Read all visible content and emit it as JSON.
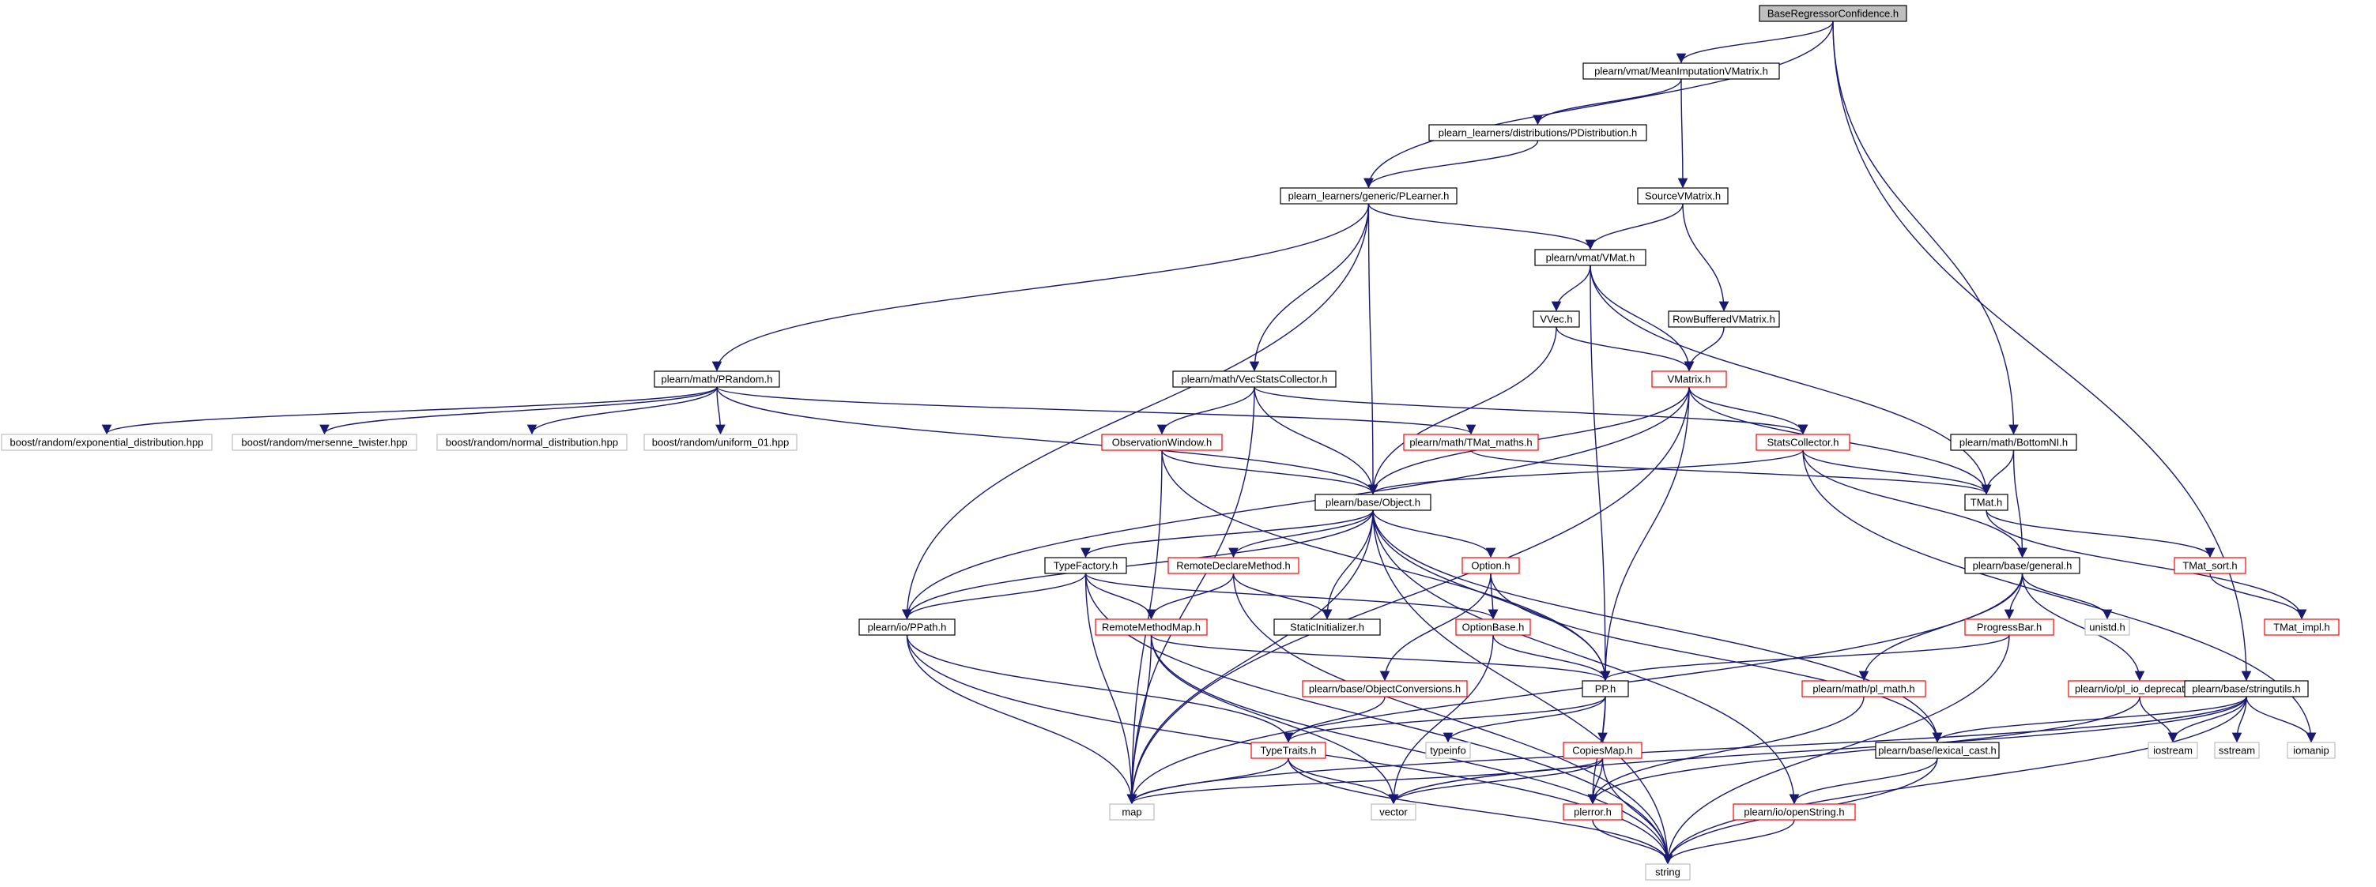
{
  "diagram": {
    "root": "BaseRegressorConfidence.h",
    "colors": {
      "edge": "#191970",
      "root_fill": "#bfbfbf",
      "node_border": "#000000",
      "truncated_border": "#ff0000",
      "external_border": "#bfbfbf"
    },
    "nodes": [
      {
        "id": "n0",
        "label": "BaseRegressorConfidence.h",
        "kind": "root"
      },
      {
        "id": "n1",
        "label": "plearn/vmat/MeanImputationVMatrix.h",
        "kind": "normal"
      },
      {
        "id": "n2",
        "label": "plearn_learners/distributions/PDistribution.h",
        "kind": "normal"
      },
      {
        "id": "n3",
        "label": "plearn_learners/generic/PLearner.h",
        "kind": "normal"
      },
      {
        "id": "n4",
        "label": "SourceVMatrix.h",
        "kind": "normal"
      },
      {
        "id": "n5",
        "label": "plearn/vmat/VMat.h",
        "kind": "normal"
      },
      {
        "id": "n6",
        "label": "VVec.h",
        "kind": "normal"
      },
      {
        "id": "n7",
        "label": "RowBufferedVMatrix.h",
        "kind": "normal"
      },
      {
        "id": "n8",
        "label": "VMatrix.h",
        "kind": "truncated"
      },
      {
        "id": "n9",
        "label": "plearn/math/PRandom.h",
        "kind": "normal"
      },
      {
        "id": "n10",
        "label": "plearn/math/VecStatsCollector.h",
        "kind": "normal"
      },
      {
        "id": "n11",
        "label": "boost/random/exponential_distribution.hpp",
        "kind": "external"
      },
      {
        "id": "n12",
        "label": "boost/random/mersenne_twister.hpp",
        "kind": "external"
      },
      {
        "id": "n13",
        "label": "boost/random/normal_distribution.hpp",
        "kind": "external"
      },
      {
        "id": "n14",
        "label": "boost/random/uniform_01.hpp",
        "kind": "external"
      },
      {
        "id": "n15",
        "label": "ObservationWindow.h",
        "kind": "truncated"
      },
      {
        "id": "n16",
        "label": "plearn/math/TMat_maths.h",
        "kind": "truncated"
      },
      {
        "id": "n17",
        "label": "StatsCollector.h",
        "kind": "truncated"
      },
      {
        "id": "n18",
        "label": "plearn/math/BottomNI.h",
        "kind": "normal"
      },
      {
        "id": "n19",
        "label": "plearn/base/Object.h",
        "kind": "normal"
      },
      {
        "id": "n20",
        "label": "TMat.h",
        "kind": "normal"
      },
      {
        "id": "n21",
        "label": "TypeFactory.h",
        "kind": "normal"
      },
      {
        "id": "n22",
        "label": "RemoteDeclareMethod.h",
        "kind": "truncated"
      },
      {
        "id": "n23",
        "label": "Option.h",
        "kind": "truncated"
      },
      {
        "id": "n24",
        "label": "plearn/base/general.h",
        "kind": "normal"
      },
      {
        "id": "n25",
        "label": "TMat_sort.h",
        "kind": "truncated"
      },
      {
        "id": "n26",
        "label": "plearn/io/PPath.h",
        "kind": "normal"
      },
      {
        "id": "n27",
        "label": "RemoteMethodMap.h",
        "kind": "truncated"
      },
      {
        "id": "n28",
        "label": "StaticInitializer.h",
        "kind": "normal"
      },
      {
        "id": "n29",
        "label": "OptionBase.h",
        "kind": "truncated"
      },
      {
        "id": "n30",
        "label": "ProgressBar.h",
        "kind": "truncated"
      },
      {
        "id": "n31",
        "label": "unistd.h",
        "kind": "external"
      },
      {
        "id": "n32",
        "label": "TMat_impl.h",
        "kind": "truncated"
      },
      {
        "id": "n33",
        "label": "plearn/base/ObjectConversions.h",
        "kind": "truncated"
      },
      {
        "id": "n34",
        "label": "PP.h",
        "kind": "normal"
      },
      {
        "id": "n35",
        "label": "plearn/math/pl_math.h",
        "kind": "truncated"
      },
      {
        "id": "n36",
        "label": "plearn/io/pl_io_deprecated.h",
        "kind": "truncated"
      },
      {
        "id": "n37",
        "label": "plearn/base/stringutils.h",
        "kind": "normal"
      },
      {
        "id": "n38",
        "label": "TypeTraits.h",
        "kind": "truncated"
      },
      {
        "id": "n39",
        "label": "typeinfo",
        "kind": "external"
      },
      {
        "id": "n40",
        "label": "CopiesMap.h",
        "kind": "truncated"
      },
      {
        "id": "n41",
        "label": "plearn/base/lexical_cast.h",
        "kind": "normal"
      },
      {
        "id": "n42",
        "label": "iostream",
        "kind": "external"
      },
      {
        "id": "n43",
        "label": "sstream",
        "kind": "external"
      },
      {
        "id": "n44",
        "label": "iomanip",
        "kind": "external"
      },
      {
        "id": "n45",
        "label": "map",
        "kind": "external"
      },
      {
        "id": "n46",
        "label": "vector",
        "kind": "external"
      },
      {
        "id": "n47",
        "label": "plerror.h",
        "kind": "truncated"
      },
      {
        "id": "n48",
        "label": "plearn/io/openString.h",
        "kind": "truncated"
      },
      {
        "id": "n49",
        "label": "string",
        "kind": "external"
      }
    ],
    "edges": [
      [
        "n0",
        "n1"
      ],
      [
        "n0",
        "n3"
      ],
      [
        "n0",
        "n18"
      ],
      [
        "n0",
        "n37"
      ],
      [
        "n1",
        "n2"
      ],
      [
        "n1",
        "n4"
      ],
      [
        "n2",
        "n3"
      ],
      [
        "n3",
        "n9"
      ],
      [
        "n3",
        "n5"
      ],
      [
        "n3",
        "n10"
      ],
      [
        "n3",
        "n19"
      ],
      [
        "n3",
        "n26"
      ],
      [
        "n4",
        "n5"
      ],
      [
        "n4",
        "n7"
      ],
      [
        "n5",
        "n6"
      ],
      [
        "n5",
        "n8"
      ],
      [
        "n5",
        "n20"
      ],
      [
        "n5",
        "n34"
      ],
      [
        "n6",
        "n8"
      ],
      [
        "n6",
        "n19"
      ],
      [
        "n7",
        "n8"
      ],
      [
        "n8",
        "n17"
      ],
      [
        "n8",
        "n20"
      ],
      [
        "n8",
        "n19"
      ],
      [
        "n8",
        "n26"
      ],
      [
        "n8",
        "n34"
      ],
      [
        "n8",
        "n45"
      ],
      [
        "n9",
        "n11"
      ],
      [
        "n9",
        "n12"
      ],
      [
        "n9",
        "n13"
      ],
      [
        "n9",
        "n14"
      ],
      [
        "n9",
        "n16"
      ],
      [
        "n9",
        "n19"
      ],
      [
        "n10",
        "n15"
      ],
      [
        "n10",
        "n17"
      ],
      [
        "n10",
        "n19"
      ],
      [
        "n10",
        "n45"
      ],
      [
        "n15",
        "n19"
      ],
      [
        "n15",
        "n34"
      ],
      [
        "n15",
        "n45"
      ],
      [
        "n16",
        "n20"
      ],
      [
        "n17",
        "n19"
      ],
      [
        "n17",
        "n20"
      ],
      [
        "n17",
        "n24"
      ],
      [
        "n17",
        "n44"
      ],
      [
        "n18",
        "n20"
      ],
      [
        "n18",
        "n24"
      ],
      [
        "n19",
        "n21"
      ],
      [
        "n19",
        "n22"
      ],
      [
        "n19",
        "n23"
      ],
      [
        "n19",
        "n26"
      ],
      [
        "n19",
        "n28"
      ],
      [
        "n19",
        "n34"
      ],
      [
        "n19",
        "n45"
      ],
      [
        "n19",
        "n48"
      ],
      [
        "n19",
        "n41"
      ],
      [
        "n19",
        "n49"
      ],
      [
        "n20",
        "n25"
      ],
      [
        "n20",
        "n32"
      ],
      [
        "n21",
        "n26"
      ],
      [
        "n21",
        "n27"
      ],
      [
        "n21",
        "n29"
      ],
      [
        "n21",
        "n45"
      ],
      [
        "n21",
        "n49"
      ],
      [
        "n22",
        "n27"
      ],
      [
        "n22",
        "n28"
      ],
      [
        "n22",
        "n49"
      ],
      [
        "n23",
        "n29"
      ],
      [
        "n23",
        "n33"
      ],
      [
        "n23",
        "n41"
      ],
      [
        "n24",
        "n30"
      ],
      [
        "n24",
        "n31"
      ],
      [
        "n24",
        "n35"
      ],
      [
        "n24",
        "n36"
      ],
      [
        "n24",
        "n45"
      ],
      [
        "n25",
        "n32"
      ],
      [
        "n26",
        "n38"
      ],
      [
        "n26",
        "n45"
      ],
      [
        "n26",
        "n49"
      ],
      [
        "n27",
        "n34"
      ],
      [
        "n27",
        "n45"
      ],
      [
        "n27",
        "n46"
      ],
      [
        "n27",
        "n49"
      ],
      [
        "n29",
        "n34"
      ],
      [
        "n29",
        "n46"
      ],
      [
        "n30",
        "n34"
      ],
      [
        "n30",
        "n49"
      ],
      [
        "n33",
        "n38"
      ],
      [
        "n34",
        "n38"
      ],
      [
        "n34",
        "n39"
      ],
      [
        "n34",
        "n40"
      ],
      [
        "n34",
        "n47"
      ],
      [
        "n35",
        "n47"
      ],
      [
        "n36",
        "n42"
      ],
      [
        "n36",
        "n47"
      ],
      [
        "n37",
        "n41"
      ],
      [
        "n37",
        "n42"
      ],
      [
        "n37",
        "n43"
      ],
      [
        "n37",
        "n44"
      ],
      [
        "n37",
        "n45"
      ],
      [
        "n37",
        "n46"
      ],
      [
        "n37",
        "n49"
      ],
      [
        "n38",
        "n45"
      ],
      [
        "n38",
        "n46"
      ],
      [
        "n38",
        "n49"
      ],
      [
        "n40",
        "n45"
      ],
      [
        "n40",
        "n46"
      ],
      [
        "n40",
        "n47"
      ],
      [
        "n40",
        "n49"
      ],
      [
        "n41",
        "n48"
      ],
      [
        "n41",
        "n49"
      ],
      [
        "n47",
        "n49"
      ],
      [
        "n48",
        "n49"
      ]
    ]
  }
}
